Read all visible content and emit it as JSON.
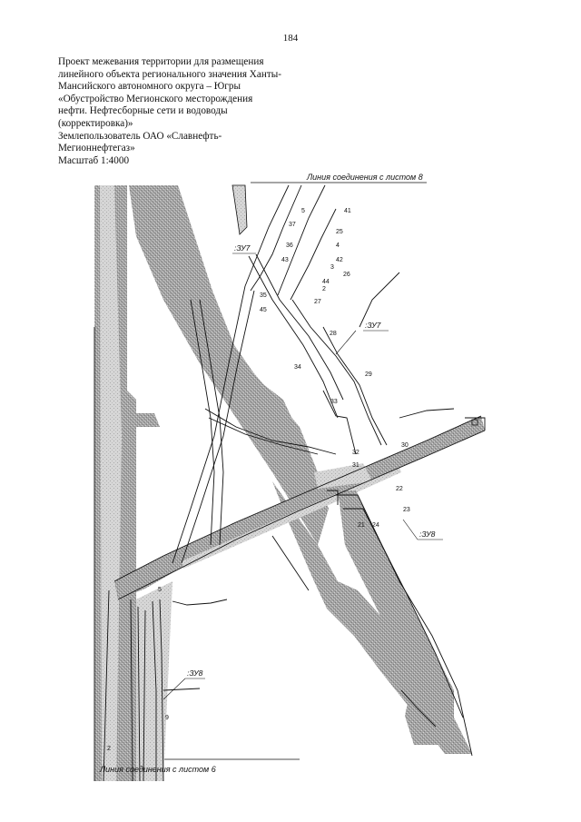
{
  "page_number": "184",
  "title_lines": [
    "Проект межевания территории для размещения",
    "линейного объекта регионального значения Ханты-",
    "Мансийского автономного округа – Югры",
    "«Обустройство Мегионского месторождения",
    "нефти. Нефтесборные сети и водоводы",
    "(корректировка)»",
    "Землепользователь ОАО «Славнефть-",
    "Мегионнефтегаз»",
    "Масштаб 1:4000"
  ],
  "map": {
    "top_caption": "Линия соединения с листом 8",
    "bottom_caption": "Линия соединения с листом 6",
    "zones": {
      "zu7_top": ":ЗУ7",
      "zu7_right": ":ЗУ7",
      "zu8_right": ":ЗУ8",
      "zu8_left": ":ЗУ8"
    },
    "points": {
      "p5a": "5",
      "p41": "41",
      "p37": "37",
      "p25": "25",
      "p36": "36",
      "p4": "4",
      "p43": "43",
      "p42": "42",
      "p3": "3",
      "p26": "26",
      "p44": "44",
      "p2": "2",
      "p35": "35",
      "p27": "27",
      "p45": "45",
      "p28": "28",
      "p34": "34",
      "p29": "29",
      "p33": "33",
      "p30": "30",
      "p32": "32",
      "p31": "31",
      "p22": "22",
      "p23": "23",
      "p21": "21",
      "p24": "24",
      "p5b": "5",
      "p9": "9",
      "p2b": "2"
    },
    "colors": {
      "hatch": "#9a9a9a",
      "hatch_light": "#d6d6d6",
      "line": "#111111"
    }
  }
}
